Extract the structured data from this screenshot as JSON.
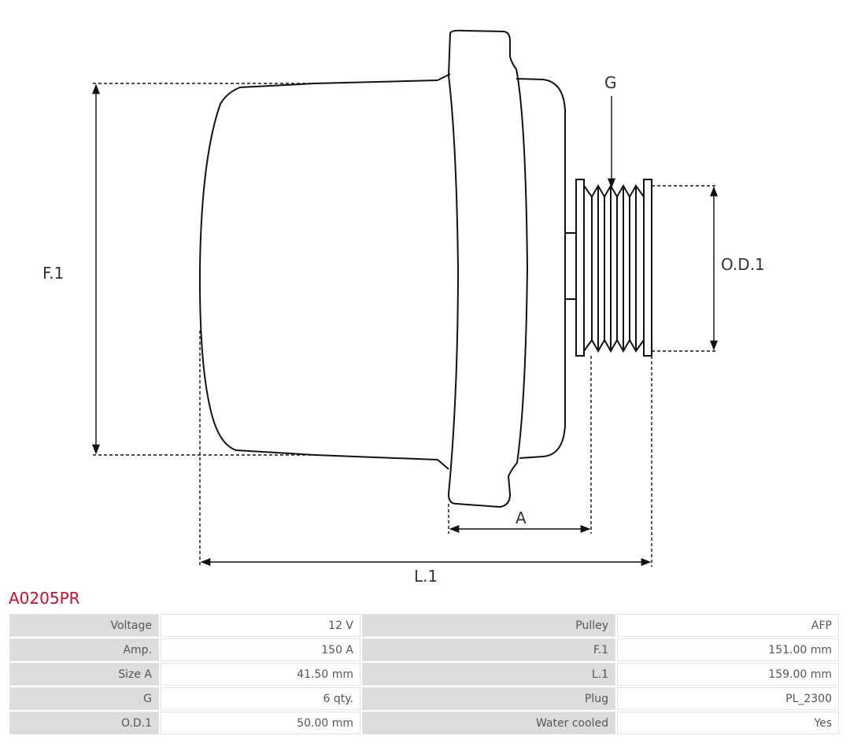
{
  "part": {
    "code": "A0205PR"
  },
  "drawing": {
    "labels": {
      "f1": "F.1",
      "g": "G",
      "od1": "O.D.1",
      "a": "A",
      "l1": "L.1"
    }
  },
  "specs": [
    {
      "label": "Voltage",
      "value": "12 V",
      "label2": "Pulley",
      "value2": "AFP"
    },
    {
      "label": "Amp.",
      "value": "150 A",
      "label2": "F.1",
      "value2": "151.00 mm"
    },
    {
      "label": "Size A",
      "value": "41.50 mm",
      "label2": "L.1",
      "value2": "159.00 mm"
    },
    {
      "label": "G",
      "value": "6 qty.",
      "label2": "Plug",
      "value2": "PL_2300"
    },
    {
      "label": "O.D.1",
      "value": "50.00 mm",
      "label2": "Water cooled",
      "value2": "Yes"
    }
  ]
}
